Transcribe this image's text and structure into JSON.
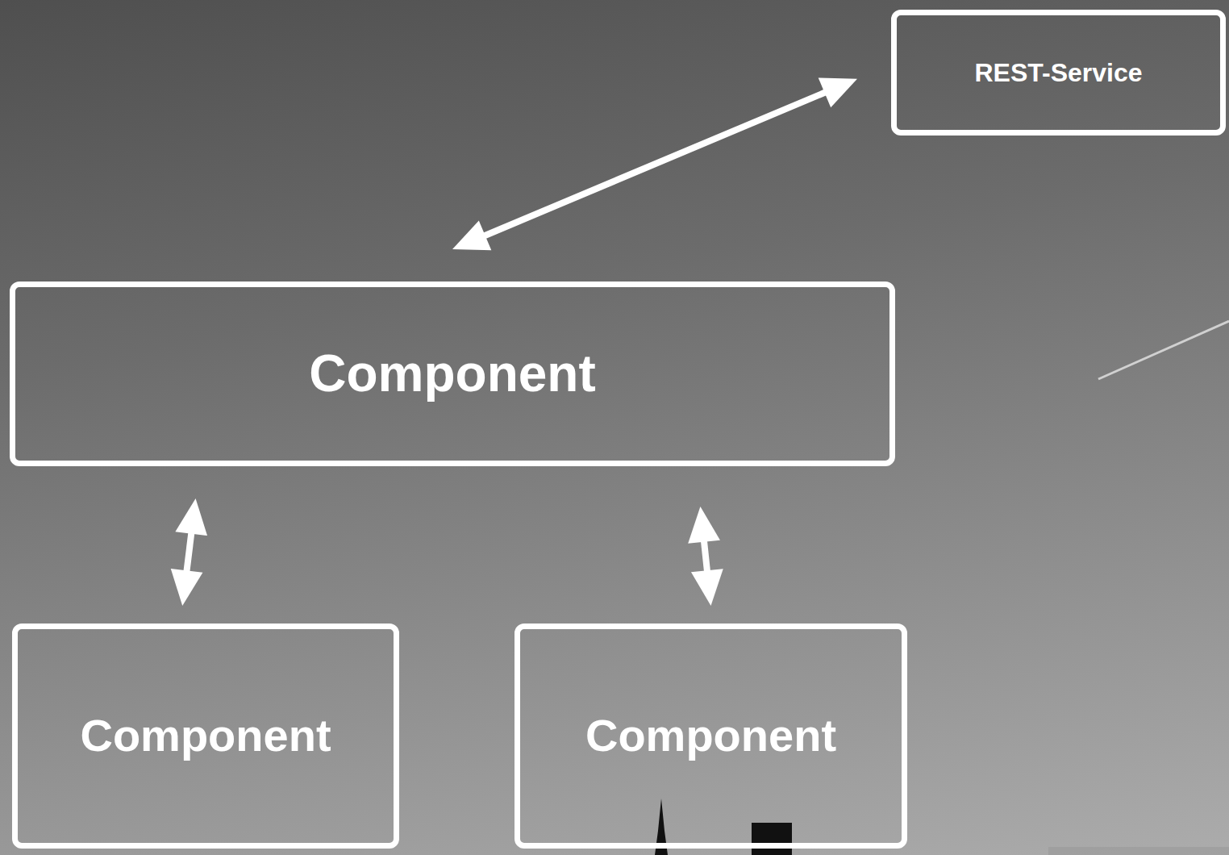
{
  "diagram": {
    "nodes": [
      {
        "text": [
          "REST-Service"
        ]
      },
      {
        "text": [
          "Component"
        ]
      },
      {
        "text": [
          "Component"
        ]
      },
      {
        "text": [
          "Component"
        ]
      }
    ],
    "edges": [
      {
        "from": 0,
        "to": 1,
        "arrow": "both"
      },
      {
        "from": 1,
        "to": 2,
        "arrow": "both"
      },
      {
        "from": 1,
        "to": 3,
        "arrow": "both"
      }
    ]
  }
}
